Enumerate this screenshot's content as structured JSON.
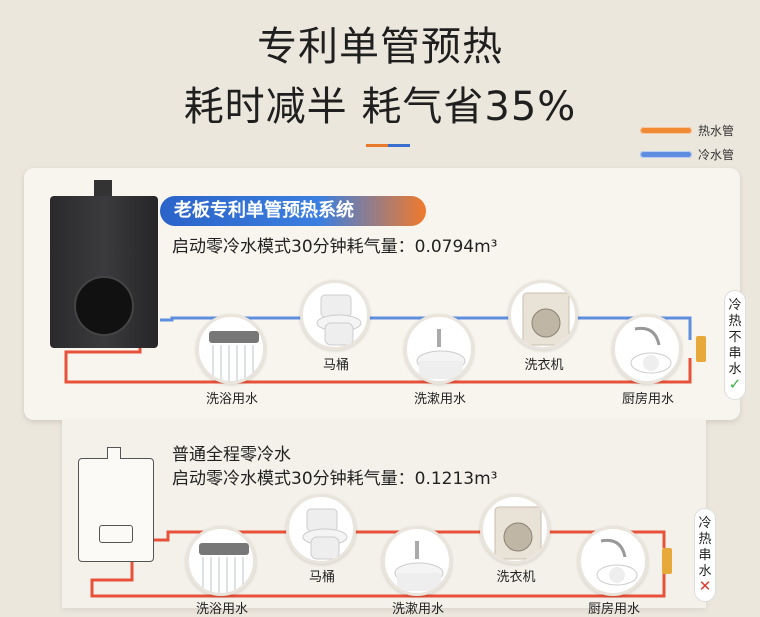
{
  "header": {
    "line1": "专利单管预热",
    "line2": "耗时减半 耗气省35%"
  },
  "legend": {
    "hot": "热水管",
    "cold": "冷水管",
    "hot_color": "#f08a35",
    "cold_color": "#5f8ee0"
  },
  "system1": {
    "badge": "老板专利单管预热系统",
    "stat": "启动零冷水模式30分钟耗气量：0.0794m³",
    "points": [
      "洗浴用水",
      "马桶",
      "洗漱用水",
      "洗衣机",
      "厨房用水"
    ],
    "side_tag": "冷热不串水",
    "side_mark": "✓"
  },
  "system2": {
    "title": "普通全程零冷水",
    "stat": "启动零冷水模式30分钟耗气量：0.1213m³",
    "points": [
      "洗浴用水",
      "马桶",
      "洗漱用水",
      "洗衣机",
      "厨房用水"
    ],
    "side_tag": "冷热串水",
    "side_mark": "✕"
  }
}
